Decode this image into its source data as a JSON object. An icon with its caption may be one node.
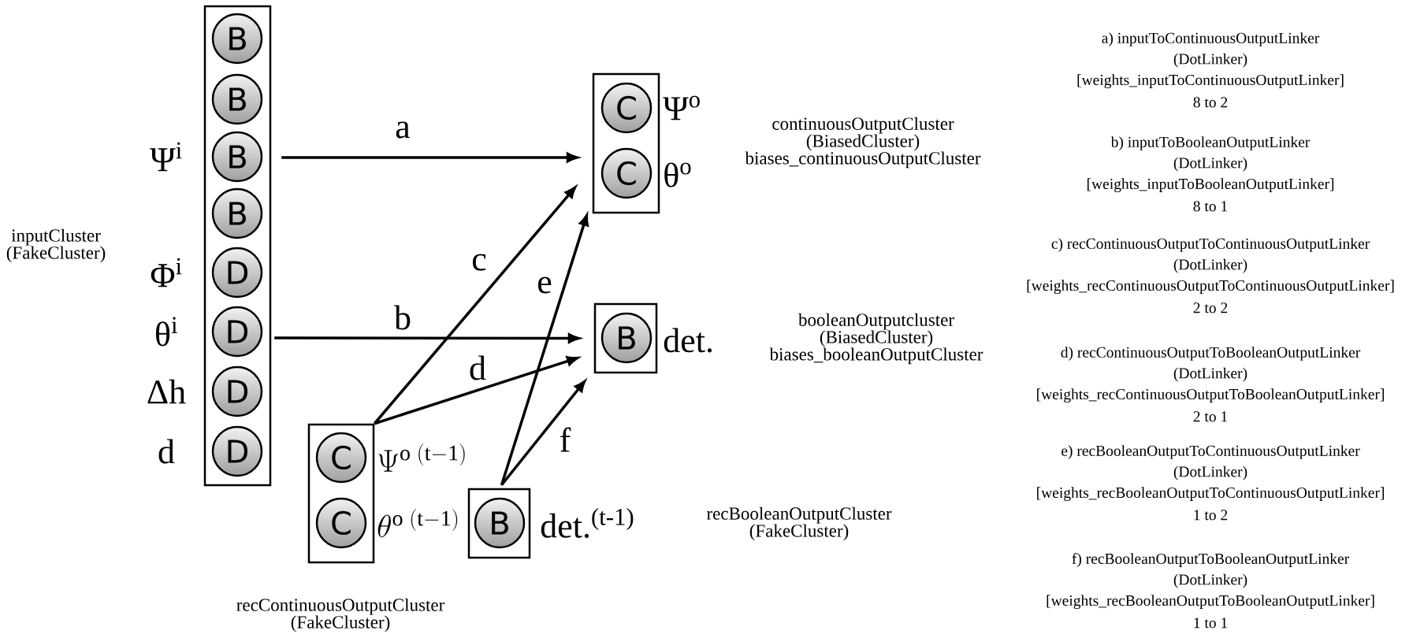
{
  "diagram": {
    "nodes": [
      {
        "text": [],
        "shape": "box"
      },
      {
        "text": [
          "B"
        ],
        "in": 0
      },
      {
        "text": [
          "B"
        ],
        "in": 0
      },
      {
        "text": [
          "B"
        ],
        "in": 0,
        "beside": [
          "Ψ$^{i}$"
        ]
      },
      {
        "text": [
          "B"
        ],
        "in": 0
      },
      {
        "text": [
          "D"
        ],
        "in": 0,
        "beside": [
          "Φ$^{i}$"
        ]
      },
      {
        "text": [
          "D"
        ],
        "in": 0,
        "beside": [
          "θ$^{i}$"
        ]
      },
      {
        "text": [
          "D"
        ],
        "in": 0,
        "beside": [
          "Δh"
        ]
      },
      {
        "text": [
          "D"
        ],
        "in": 0,
        "beside": [
          "d"
        ]
      },
      {
        "text": [],
        "shape": "box"
      },
      {
        "text": [
          "C"
        ],
        "in": 9,
        "beside": [
          "Ψ$^{o}$"
        ]
      },
      {
        "text": [
          "C"
        ],
        "in": 9,
        "beside": [
          "θ$^{o}$"
        ]
      },
      {
        "text": [],
        "shape": "box"
      },
      {
        "text": [
          "B"
        ],
        "in": 12,
        "beside": [
          "det."
        ]
      },
      {
        "text": [],
        "shape": "box"
      },
      {
        "text": [
          "C"
        ],
        "in": 14,
        "beside": [
          "\\Psi^{\\mathrm{o}\\;\\mathrm{(t-1)}}"
        ]
      },
      {
        "text": [
          "C"
        ],
        "in": 14,
        "beside": [
          "\\theta^{\\mathrm{o}\\;\\mathrm{(t-1)}}"
        ]
      },
      {
        "text": [],
        "shape": "box"
      },
      {
        "text": [
          "B"
        ],
        "in": 17,
        "beside": [
          "det.$^{(t-1)}$"
        ]
      }
    ],
    "edges": [
      {
        "from": 0,
        "to": 9,
        "arrow": "to",
        "label": "a"
      },
      {
        "from": 0,
        "to": 12,
        "arrow": "to",
        "label": "b"
      },
      {
        "from": 14,
        "to": 9,
        "arrow": "to",
        "label": "c"
      },
      {
        "from": 14,
        "to": 12,
        "arrow": "to",
        "label": "d"
      },
      {
        "from": 17,
        "to": 9,
        "arrow": "to",
        "label": "e"
      },
      {
        "from": 17,
        "to": 12,
        "arrow": "to",
        "label": "f"
      }
    ],
    "labels": [
      "inputCluster (FakeCluster)",
      "continuousOutputCluster (BiasedCluster) biases_continuousOutputCluster",
      "booleanOutputcluster (BiasedCluster) biases_booleanOutputCluster",
      "recBooleanOutputCluster (FakeCluster)",
      "recContinuousOutputCluster (FakeCluster)",
      "a) inputToContinuousOutputLinker",
      "(DotLinker)",
      "[weights_inputToContinuousOutputLinker]",
      "8 to 2",
      "b) inputToBooleanOutputLinker",
      "(DotLinker)",
      "[weights_inputToBooleanOutputLinker]",
      "8 to 1",
      "c) recContinuousOutputToContinuousOutputLinker",
      "(DotLinker)",
      "[weights_recContinuousOutputToContinuousOutputLinker]",
      "2 to 2",
      "d) recContinuousOutputToBooleanOutputLinker",
      "(DotLinker)",
      "[weights_recContinuousOutputToBooleanOutputLinker]",
      "2 to 1",
      "e) recBooleanOutputToContinuousOutputLinker",
      "(DotLinker)",
      "[weights_recBooleanOutputToContinuousOutputLinker]",
      "1 to 2",
      "f) recBooleanOutputToBooleanOutputLinker",
      "(DotLinker)",
      "[weights_recBooleanOutputToBooleanOutputLinker]",
      "1 to 1"
    ]
  }
}
